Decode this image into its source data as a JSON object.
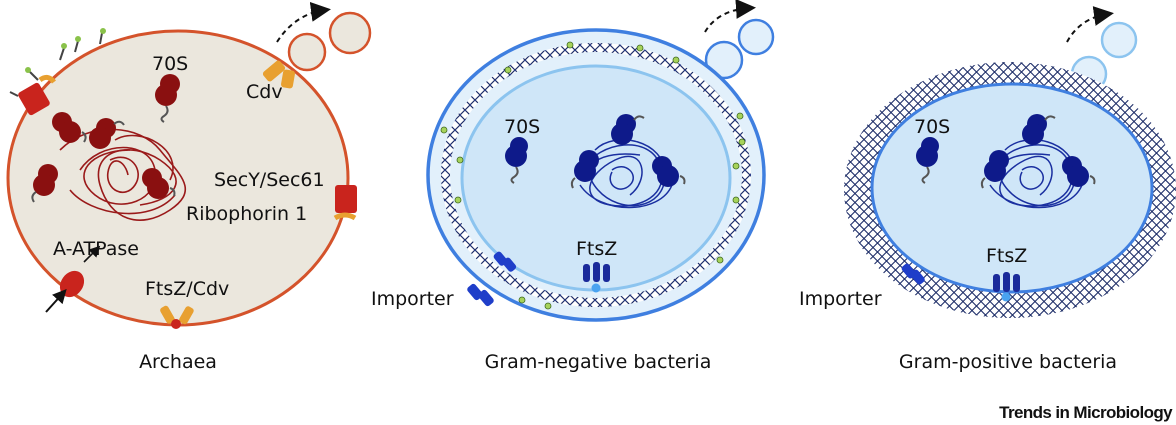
{
  "archaea": {
    "caption": "Archaea",
    "labels": {
      "ribosome": "70S",
      "cdv": "Cdv",
      "secy": "SecY/Sec61",
      "ribophorin": "Ribophorin 1",
      "atpase": "A-ATPase",
      "ftsz_cdv": "FtsZ/Cdv"
    }
  },
  "gram_negative": {
    "caption": "Gram-negative bacteria",
    "labels": {
      "ribosome": "70S",
      "ftsz": "FtsZ",
      "importer": "Importer"
    }
  },
  "gram_positive": {
    "caption": "Gram-positive bacteria",
    "labels": {
      "ribosome": "70S",
      "ftsz": "FtsZ",
      "importer": "Importer"
    }
  },
  "credit": "Trends in Microbiology",
  "colors": {
    "archaea_fill": "#ebe7dd",
    "archaea_membrane": "#d4532b",
    "archaea_ribosome": "#8a1010",
    "archaea_protein": "#e8a030",
    "bacteria_outer": "#3f7fe0",
    "bacteria_inner": "#8cc4ef",
    "bacteria_cyto": "#cfe6f8",
    "bacteria_periplasm": "#e2f0fb",
    "bacteria_ribosome": "#0e1a8a",
    "gp_wall_dots": "#1a2f70"
  }
}
